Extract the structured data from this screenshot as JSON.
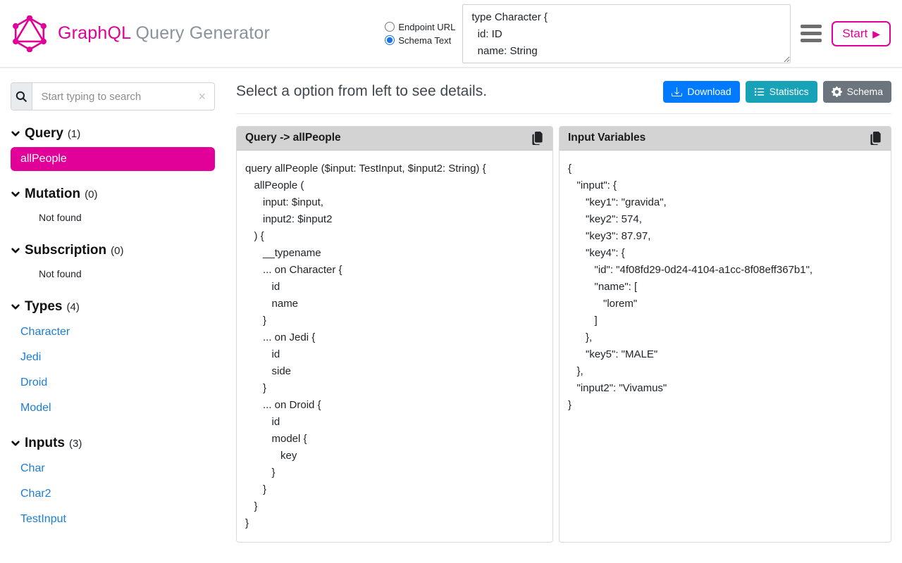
{
  "header": {
    "brand_primary": "GraphQL",
    "brand_secondary": "Query Generator",
    "radio_endpoint_label": "Endpoint URL",
    "radio_schema_label": "Schema Text",
    "schema_text": "type Character {\n  id: ID\n  name: String",
    "start_label": "Start",
    "play_glyph": "▶"
  },
  "sidebar": {
    "search_placeholder": "Start typing to search",
    "clear_glyph": "×",
    "sections": [
      {
        "label": "Query",
        "count": "(1)",
        "items": [
          {
            "label": "allPeople",
            "selected": true
          }
        ]
      },
      {
        "label": "Mutation",
        "count": "(0)",
        "empty": "Not found"
      },
      {
        "label": "Subscription",
        "count": "(0)",
        "empty": "Not found"
      },
      {
        "label": "Types",
        "count": "(4)",
        "items": [
          {
            "label": "Character"
          },
          {
            "label": "Jedi"
          },
          {
            "label": "Droid"
          },
          {
            "label": "Model"
          }
        ]
      },
      {
        "label": "Inputs",
        "count": "(3)",
        "items": [
          {
            "label": "Char"
          },
          {
            "label": "Char2"
          },
          {
            "label": "TestInput"
          }
        ]
      }
    ]
  },
  "main": {
    "heading": "Select a option from left to see details.",
    "toolbar": {
      "download_label": "Download",
      "statistics_label": "Statistics",
      "schema_label": "Schema"
    },
    "query_panel": {
      "title": "Query -> allPeople",
      "code": "query allPeople ($input: TestInput, $input2: String) {\n   allPeople (\n      input: $input,\n      input2: $input2\n   ) {\n      __typename\n      ... on Character {\n         id\n         name\n      }\n      ... on Jedi {\n         id\n         side\n      }\n      ... on Droid {\n         id\n         model {\n            key\n         }\n      }\n   }\n}"
    },
    "variables_panel": {
      "title": "Input Variables",
      "code": "{\n   \"input\": {\n      \"key1\": \"gravida\",\n      \"key2\": 574,\n      \"key3\": 87.97,\n      \"key4\": {\n         \"id\": \"4f08fd29-0d24-4104-a1cc-8f08eff367b1\",\n         \"name\": [\n            \"lorem\"\n         ]\n      },\n      \"key5\": \"MALE\"\n   },\n   \"input2\": \"Vivamus\"\n}"
    }
  },
  "colors": {
    "brand_pink": "#e10098",
    "link_blue": "#1c7cd6",
    "download_blue": "#007bff",
    "statistics_teal": "#17a2b8",
    "schema_gray": "#6c757d",
    "panel_header_gray": "#d3d3d3",
    "radio_accent": "#1a73e8"
  }
}
